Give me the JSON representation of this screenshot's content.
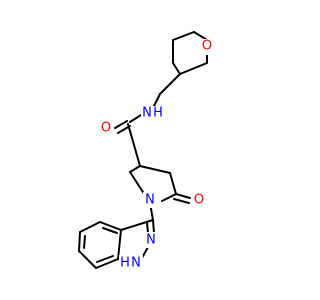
{
  "molecule": {
    "atoms": {
      "O_ring": {
        "symbol": "O",
        "color": "#ff0000"
      },
      "N_amide": {
        "symbol": "N",
        "hydrogen": "H",
        "color": "#0000ff"
      },
      "O_amide": {
        "symbol": "O",
        "color": "#ff0000"
      },
      "N_pyrrolidine": {
        "symbol": "N",
        "color": "#0000ff"
      },
      "O_lactam": {
        "symbol": "O",
        "color": "#ff0000"
      },
      "N_indazole_2": {
        "symbol": "N",
        "color": "#0000ff"
      },
      "N_indazole_1": {
        "symbol": "N",
        "hydrogen": "H",
        "color": "#0000ff"
      }
    },
    "bond_color": "#000000"
  }
}
